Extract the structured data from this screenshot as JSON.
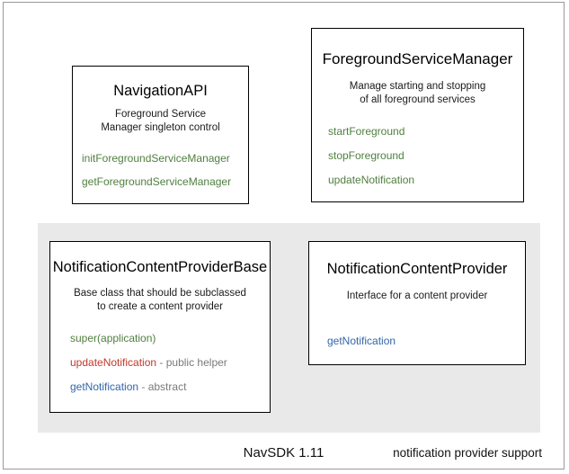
{
  "diagram": {
    "footer_caption": "NavSDK 1.11",
    "group_panel": {
      "label": "notification provider support"
    },
    "colors": {
      "green": "#4f7f3f",
      "red": "#c0392b",
      "blue": "#3366aa",
      "note_gray": "#7a7a7a",
      "panel_gray": "#e9e9e9",
      "box_border": "#000000",
      "frame_border": "#9a9a9a"
    },
    "boxes": {
      "navigation_api": {
        "title": "NavigationAPI",
        "description_line1": "Foreground Service",
        "description_line2": "Manager singleton control",
        "members": [
          {
            "name": "initForegroundServiceManager",
            "color": "green",
            "note": ""
          },
          {
            "name": "getForegroundServiceManager",
            "color": "green",
            "note": ""
          }
        ]
      },
      "foreground_service_manager": {
        "title": "ForegroundServiceManager",
        "description_line1": "Manage starting and stopping",
        "description_line2": "of all foreground services",
        "members": [
          {
            "name": "startForeground",
            "color": "green",
            "note": ""
          },
          {
            "name": "stopForeground",
            "color": "green",
            "note": ""
          },
          {
            "name": "updateNotification",
            "color": "green",
            "note": ""
          }
        ]
      },
      "notification_content_provider_base": {
        "title": "NotificationContentProviderBase",
        "description_line1": "Base class that should be subclassed",
        "description_line2": "to create a content provider",
        "members": [
          {
            "name": "super(application)",
            "color": "green",
            "note": ""
          },
          {
            "name": "updateNotification",
            "color": "red",
            "note": " - public helper"
          },
          {
            "name": "getNotification",
            "color": "blue",
            "note": " - abstract"
          }
        ]
      },
      "notification_content_provider": {
        "title": "NotificationContentProvider",
        "description_line1": "Interface for a content provider",
        "description_line2": "",
        "members": [
          {
            "name": "getNotification",
            "color": "blue",
            "note": ""
          }
        ]
      }
    }
  }
}
